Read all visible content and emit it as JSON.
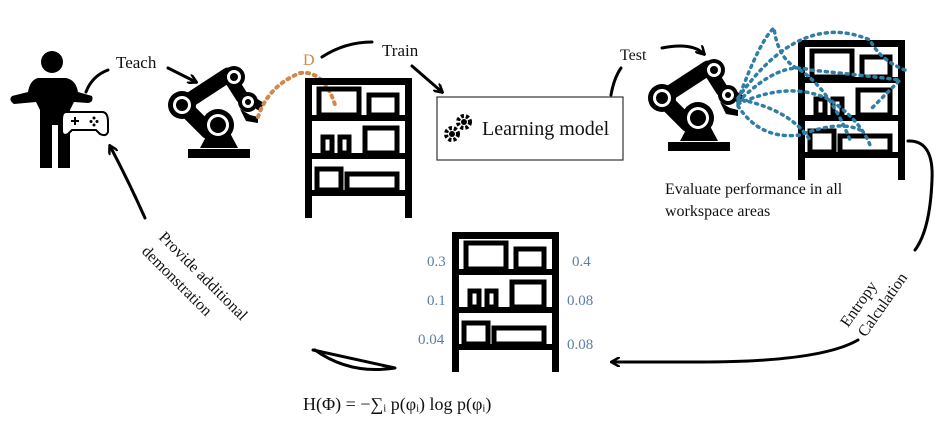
{
  "labels": {
    "teach": "Teach",
    "dataset": "D",
    "train": "Train",
    "model": "Learning model",
    "test": "Test",
    "evaluate_line1": "Evaluate performance in all",
    "evaluate_line2": "workspace areas",
    "entropy_line1": "Entropy",
    "entropy_line2": "Calculation",
    "provide_line1": "Provide additional",
    "provide_line2": "demonstration",
    "formula": "H(Φ) = −∑ᵢ p(φᵢ) log p(φᵢ)"
  },
  "area_probabilities": {
    "left": [
      "0.3",
      "0.1",
      "0.04"
    ],
    "right": [
      "0.4",
      "0.08",
      "0.08"
    ]
  },
  "colors": {
    "demo_trajectory": "#d0894c",
    "test_trajectory": "#2f7ea6",
    "probability_text": "#5b7fa6"
  },
  "icons": [
    "person-icon",
    "gamepad-icon",
    "robot-arm-icon",
    "shelf-icon",
    "gears-icon"
  ]
}
